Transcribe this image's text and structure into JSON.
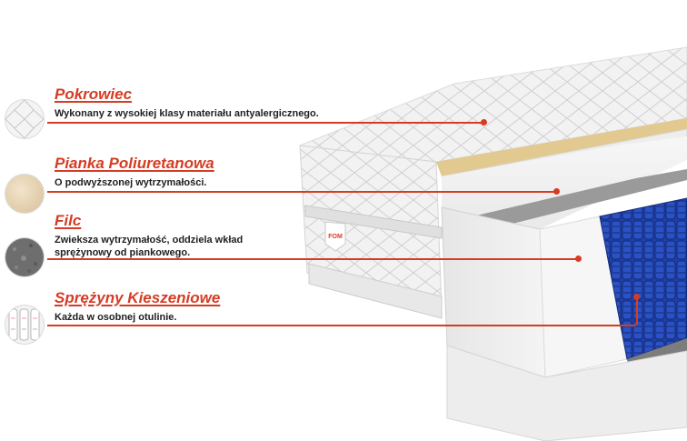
{
  "colors": {
    "accent": "#d63c24",
    "text": "#1f1f1f",
    "mattress": "#ececec",
    "spring_blue": "#1c3a9e",
    "felt": "#6b6b6b",
    "latex": "#e2c98f"
  },
  "layers": [
    {
      "key": "pokrowiec",
      "title": "Pokrowiec",
      "desc_lines": [
        "Wykonany z wysokiej klasy materiału antyalergicznego."
      ],
      "icon": "quilted-fabric-icon"
    },
    {
      "key": "pianka",
      "title": "Pianka Poliuretanowa",
      "desc_lines": [
        "O podwyższonej wytrzymałości."
      ],
      "icon": "foam-icon"
    },
    {
      "key": "filc",
      "title": "Filc",
      "desc_lines": [
        "Zwieksza wytrzymałość, oddziela wkład",
        "sprężynowy od piankowego."
      ],
      "icon": "felt-icon"
    },
    {
      "key": "sprezyny",
      "title": "Sprężyny Kieszeniowe",
      "desc_lines": [
        "Każda w osobnej otulinie."
      ],
      "icon": "pocket-springs-icon"
    }
  ],
  "mattress": {
    "logo_text": "FOM"
  }
}
